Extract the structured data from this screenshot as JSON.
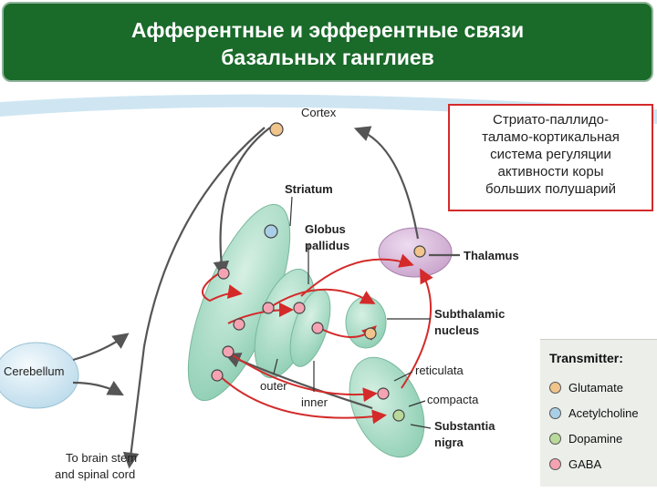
{
  "title": {
    "line1": "Афферентные и эфферентные связи",
    "line2": "базальных ганглиев"
  },
  "callout": {
    "lines": [
      "Стриато-паллидо-",
      "таламо-кортикальная",
      "система регуляции",
      "активности коры",
      "больших полушарий"
    ]
  },
  "labels": {
    "cortex": "Cortex",
    "striatum": "Striatum",
    "globus_pallidus": [
      "Globus",
      "pallidus"
    ],
    "thalamus": "Thalamus",
    "subthalamic": [
      "Subthalamic",
      "nucleus"
    ],
    "reticulata": "reticulata",
    "compacta": "compacta",
    "substantia": [
      "Substantia",
      "nigra"
    ],
    "cerebellum": "Cerebellum",
    "outer": "outer",
    "inner": "inner",
    "brainstem": [
      "To brain stem",
      "and spinal cord"
    ]
  },
  "legend": {
    "title": "Transmitter:",
    "items": [
      {
        "label": "Glutamate",
        "color": "#f0c48a"
      },
      {
        "label": "Acetylcholine",
        "color": "#a9cfe6"
      },
      {
        "label": "Dopamine",
        "color": "#b9d99a"
      },
      {
        "label": "GABA",
        "color": "#f4a3b2"
      }
    ]
  },
  "colors": {
    "title_bg": "#1a6a2a",
    "gaba_pathway": "#d42a2a",
    "general_pathway": "#555555",
    "nucleus_fill": "#a8dcc8",
    "thalamus_fill": "#d7b8d9",
    "cortex_band": "#cfe6f2"
  }
}
